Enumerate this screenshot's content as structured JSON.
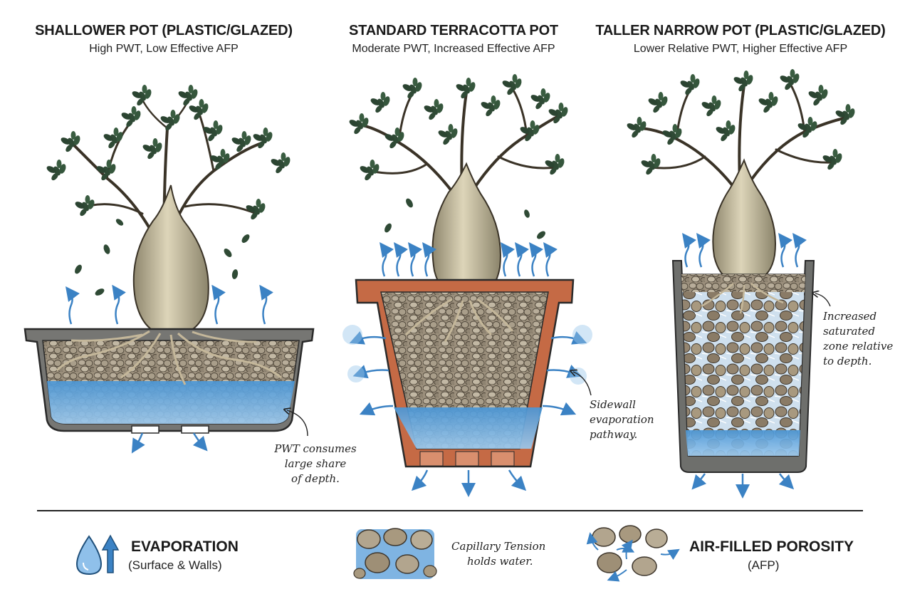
{
  "panels": [
    {
      "title": "SHALLOWER POT (PLASTIC/GLAZED)",
      "subtitle": "High PWT, Low Effective AFP",
      "note": [
        "PWT consumes",
        "large share",
        "of depth."
      ]
    },
    {
      "title": "STANDARD TERRACOTTA POT",
      "subtitle": "Moderate PWT, Increased Effective AFP",
      "note": [
        "Sidewall",
        "evaporation",
        "pathway."
      ]
    },
    {
      "title": "TALLER NARROW POT (PLASTIC/GLAZED)",
      "subtitle": "Lower Relative PWT, Higher Effective AFP",
      "note": [
        "Increased",
        "saturated",
        "zone relative",
        "to depth."
      ]
    }
  ],
  "legend": {
    "evaporation": {
      "title": "EVAPORATION",
      "subtitle": "(Surface & Walls)"
    },
    "capillary": {
      "note": [
        "Capillary Tension",
        "holds water."
      ]
    },
    "afp": {
      "title": "AIR-FILLED POROSITY",
      "subtitle": "(AFP)"
    }
  },
  "colors": {
    "water": "#5aa3dc",
    "terracotta": "#c56a45",
    "pot_gray": "#6e6f6c",
    "soil": "#a89a86",
    "trunk": "#c9c1a4",
    "leaf": "#2f4a35",
    "arrow": "#3b82c4"
  },
  "icons": [
    "water-drop-icon",
    "evaporation-arrow-icon",
    "capillary-soil-icon",
    "air-porosity-icon"
  ]
}
